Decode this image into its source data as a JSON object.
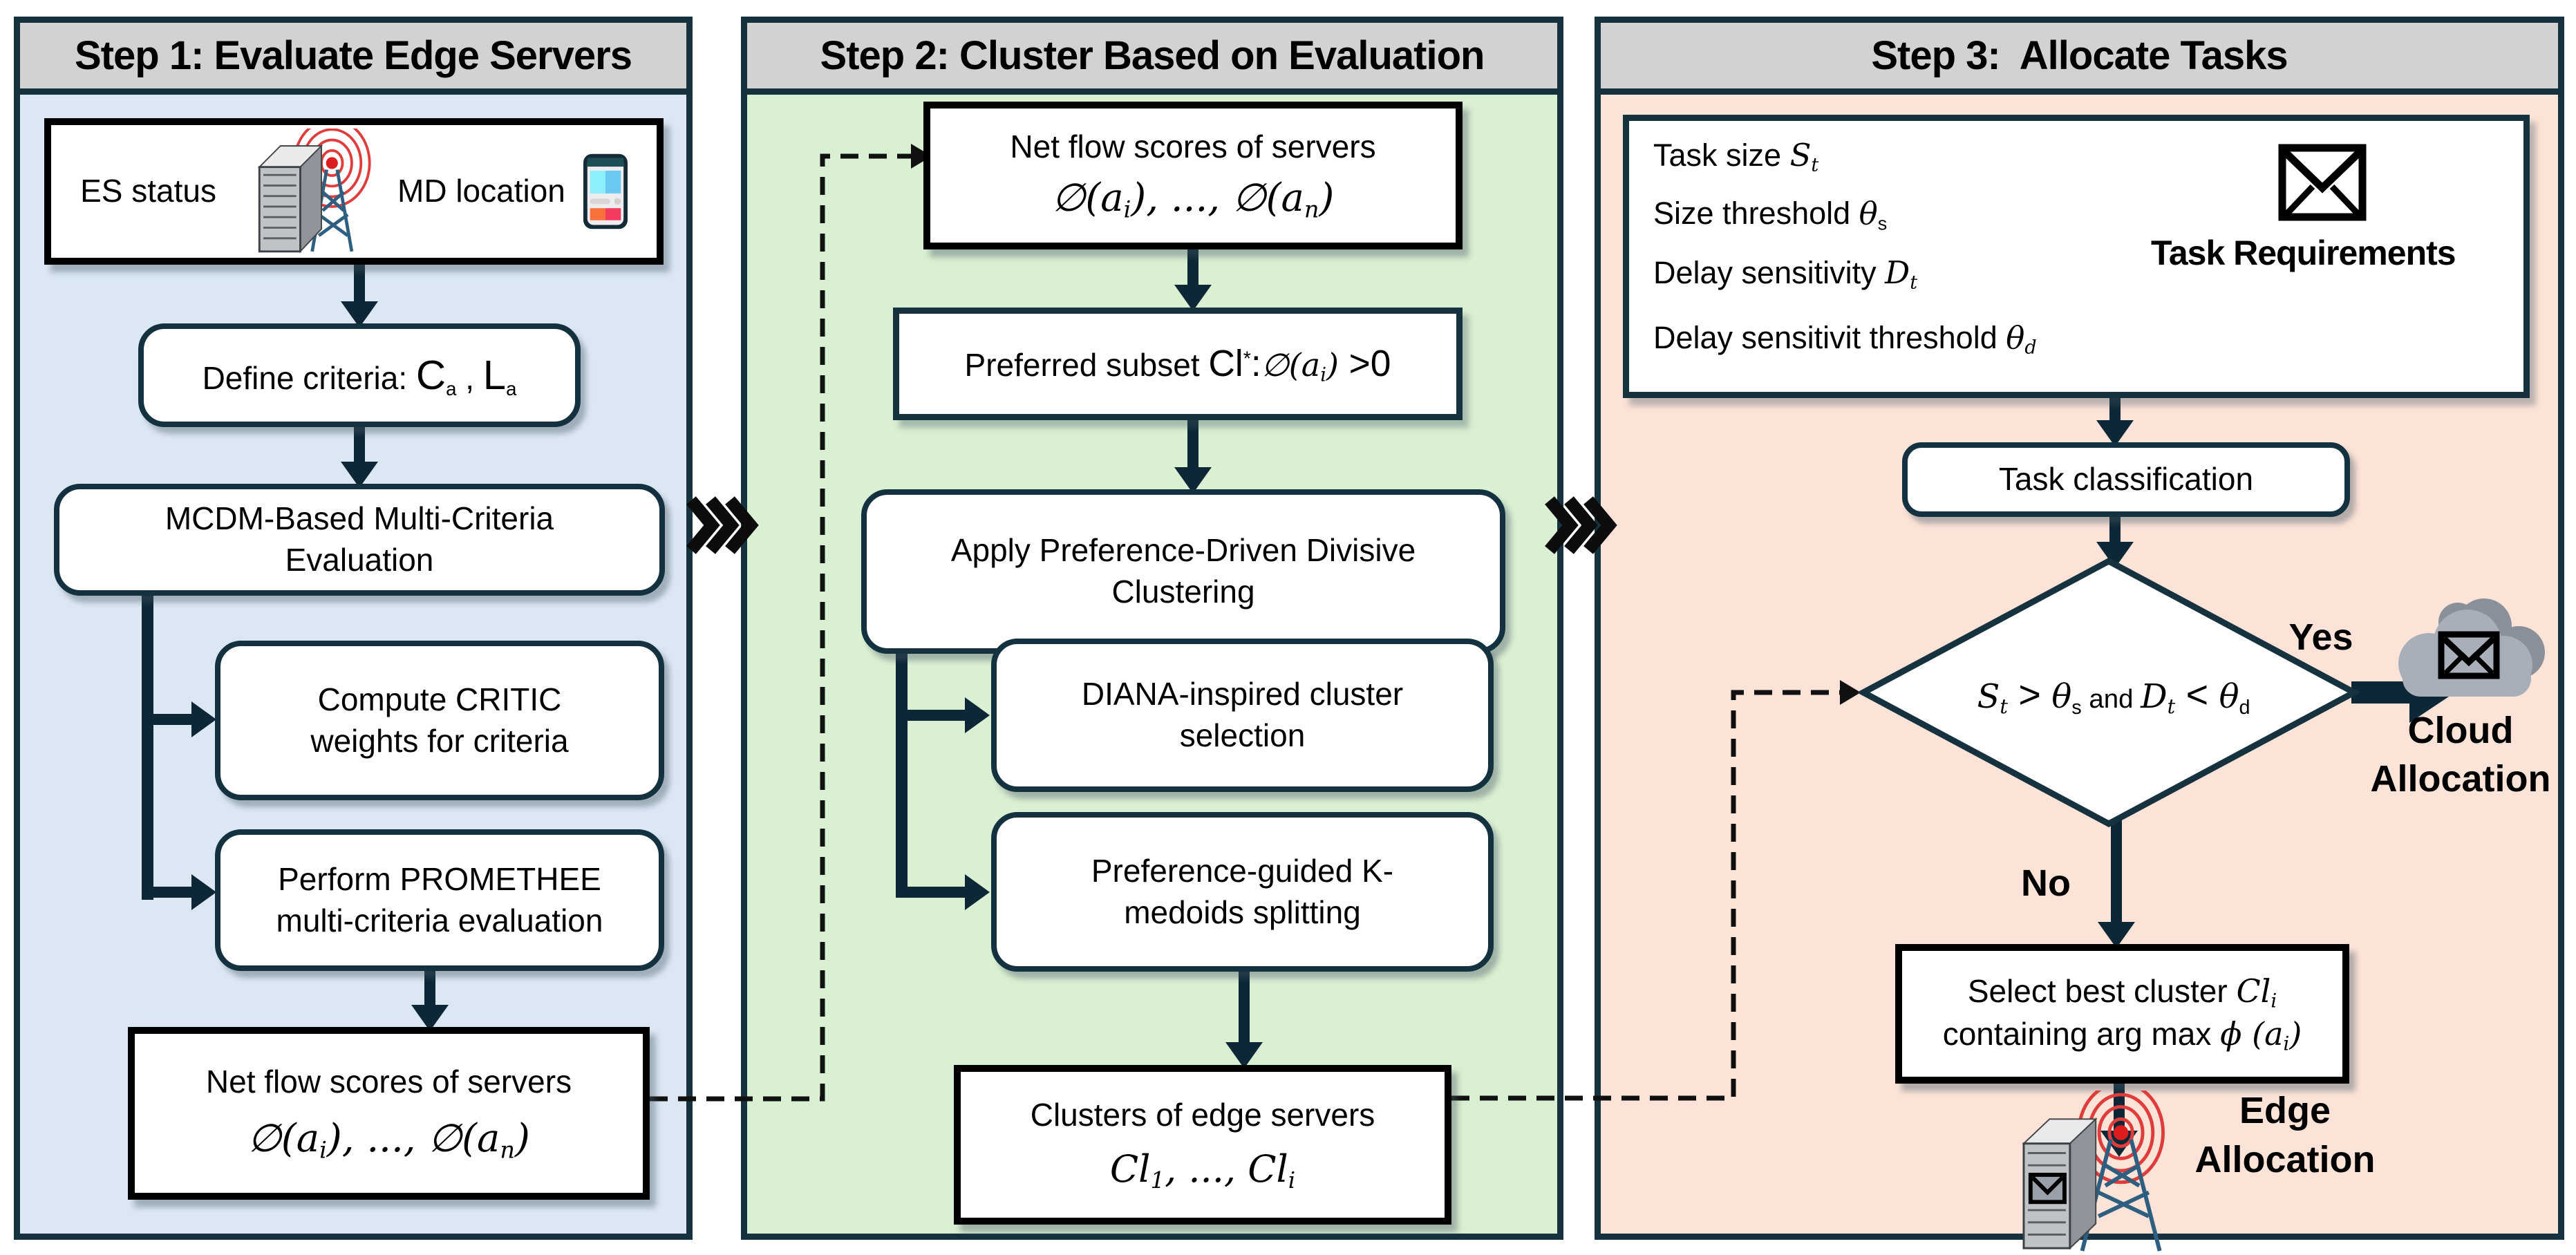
{
  "step1": {
    "title": "Step 1: Evaluate Edge Servers",
    "es_label": "ES status",
    "md_label": "MD location",
    "define": [
      {
        "v": "Define criteria: "
      },
      {
        "v": "C",
        "c": "big"
      },
      {
        "v": "a",
        "c": "sub"
      },
      {
        "v": " , "
      },
      {
        "v": "L",
        "c": "big"
      },
      {
        "v": "a",
        "c": "sub"
      }
    ],
    "mcdm": [
      "MCDM-Based Multi-Criteria",
      "Evaluation"
    ],
    "critic": [
      "Compute CRITIC",
      "weights for criteria"
    ],
    "promethee": [
      "Perform PROMETHEE",
      "multi-criteria evaluation"
    ],
    "netflow_line": "Net flow scores of servers",
    "netflow_formula": [
      {
        "v": "∅(",
        "c": "m"
      },
      {
        "v": "a",
        "c": "m"
      },
      {
        "v": "i",
        "c": "msub"
      },
      {
        "v": "), ..., ",
        "c": "m"
      },
      {
        "v": "∅(",
        "c": "m"
      },
      {
        "v": "a",
        "c": "m"
      },
      {
        "v": "n",
        "c": "msub"
      },
      {
        "v": ")",
        "c": "m"
      }
    ]
  },
  "step2": {
    "title": "Step 2: Cluster Based on Evaluation",
    "netflow_line": "Net flow scores of servers",
    "netflow_formula": [
      {
        "v": "∅(",
        "c": "m"
      },
      {
        "v": "a",
        "c": "m"
      },
      {
        "v": "i",
        "c": "msub"
      },
      {
        "v": "), ..., ",
        "c": "m"
      },
      {
        "v": "∅(",
        "c": "m"
      },
      {
        "v": "a",
        "c": "m"
      },
      {
        "v": "n",
        "c": "msub"
      },
      {
        "v": ")",
        "c": "m"
      }
    ],
    "preferred": [
      {
        "v": "Preferred subset "
      },
      {
        "v": "Cl",
        "c": "lg"
      },
      {
        "v": "*",
        "c": "sup"
      },
      {
        "v": ":",
        "c": "lg"
      },
      {
        "v": "∅(",
        "c": "m"
      },
      {
        "v": "a",
        "c": "m"
      },
      {
        "v": "i",
        "c": "msub"
      },
      {
        "v": ") ",
        "c": "m"
      },
      {
        "v": ">0",
        "c": "lg"
      }
    ],
    "apply": [
      "Apply Preference-Driven Divisive",
      "Clustering"
    ],
    "diana": [
      "DIANA-inspired cluster",
      "selection"
    ],
    "kmedoids": [
      "Preference-guided K-",
      "medoids splitting"
    ],
    "clusters_line": "Clusters of edge servers",
    "clusters_formula": [
      {
        "v": "Cl",
        "c": "m"
      },
      {
        "v": "1",
        "c": "msub"
      },
      {
        "v": ", ..., ",
        "c": "m"
      },
      {
        "v": "Cl",
        "c": "m"
      },
      {
        "v": "i",
        "c": "msub"
      }
    ]
  },
  "step3": {
    "title": "Step 3:  Allocate Tasks",
    "req_lines": [
      [
        {
          "v": "Task size "
        },
        {
          "v": "S",
          "c": "m"
        },
        {
          "v": "t",
          "c": "msub"
        }
      ],
      [
        {
          "v": "Size threshold  "
        },
        {
          "v": "θ",
          "c": "m"
        },
        {
          "v": "s",
          "c": "sub"
        }
      ],
      [
        {
          "v": "Delay sensitivity "
        },
        {
          "v": "D",
          "c": "m"
        },
        {
          "v": "t",
          "c": "msub"
        }
      ],
      [
        {
          "v": "Delay sensitivit threshold "
        },
        {
          "v": "θ",
          "c": "m"
        },
        {
          "v": "d",
          "c": "msub"
        }
      ]
    ],
    "req_label": "Task Requirements",
    "classification": "Task classification",
    "condition": [
      {
        "v": "S",
        "c": "m"
      },
      {
        "v": "t",
        "c": "msub"
      },
      {
        "v": " > ",
        "c": "lg"
      },
      {
        "v": "θ",
        "c": "m"
      },
      {
        "v": "s",
        "c": "sub"
      },
      {
        "v": " and ",
        "c": "and"
      },
      {
        "v": "D",
        "c": "m"
      },
      {
        "v": "t",
        "c": "msub"
      },
      {
        "v": " < ",
        "c": "lg"
      },
      {
        "v": "θ",
        "c": "m"
      },
      {
        "v": "d",
        "c": "sub"
      }
    ],
    "yes_label": "Yes",
    "no_label": "No",
    "cloud_label": [
      "Cloud",
      "Allocation"
    ],
    "select_lines": [
      [
        {
          "v": "Select best cluster "
        },
        {
          "v": "Cl",
          "c": "m"
        },
        {
          "v": "i",
          "c": "msub"
        }
      ],
      [
        {
          "v": "containing arg max "
        },
        {
          "v": "ϕ",
          "c": "m"
        },
        {
          "v": " (",
          "c": "m"
        },
        {
          "v": "a",
          "c": "m"
        },
        {
          "v": "i",
          "c": "msub"
        },
        {
          "v": ")",
          "c": "m"
        }
      ]
    ],
    "edge_label": [
      "Edge",
      "Allocation"
    ]
  },
  "colors": {
    "panel1_bg": "#dbe8f4",
    "panel2_bg": "#d9f0d2",
    "panel3_bg": "#fce3d7",
    "header_bg": "#d2d2d2",
    "border": "#16323f",
    "arrow": "#0d2736",
    "signal_red": "#e03c3c",
    "tower_blue": "#2e5f80",
    "cloud_gray": "#a9afb9"
  },
  "icons": [
    "server-antenna-icon",
    "smartphone-icon",
    "envelope-icon",
    "cloud-envelope-icon",
    "edge-server-antenna-icon",
    "triple-chevron-icon"
  ]
}
